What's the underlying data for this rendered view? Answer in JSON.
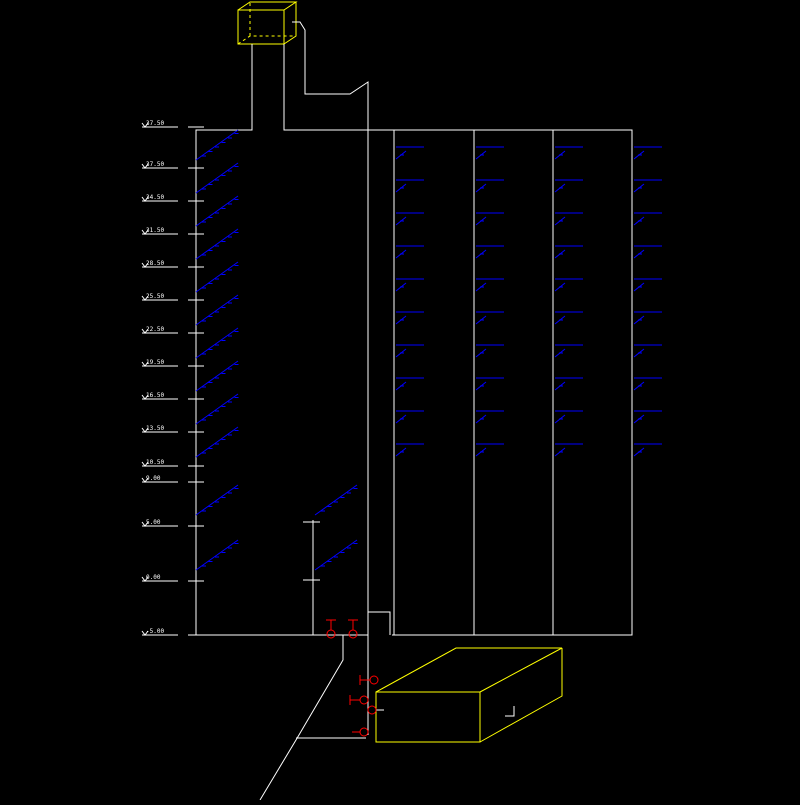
{
  "colors": {
    "background": "#000000",
    "pipe": "#ffffff",
    "branch": "#0000ff",
    "equipment": "#ffff00",
    "valve": "#ff0000"
  },
  "elevations": [
    "37.50",
    "37.50",
    "34.50",
    "31.50",
    "28.50",
    "25.50",
    "22.50",
    "19.50",
    "16.50",
    "13.50",
    "10.50",
    "9.00",
    "5.00",
    "0.00",
    "-5.00"
  ],
  "tank": {
    "icon": "roof-water-tank-icon"
  },
  "pump_room": {
    "icon": "underground-water-tank-icon"
  },
  "valves": {
    "icon": "gate-valve-icon"
  }
}
